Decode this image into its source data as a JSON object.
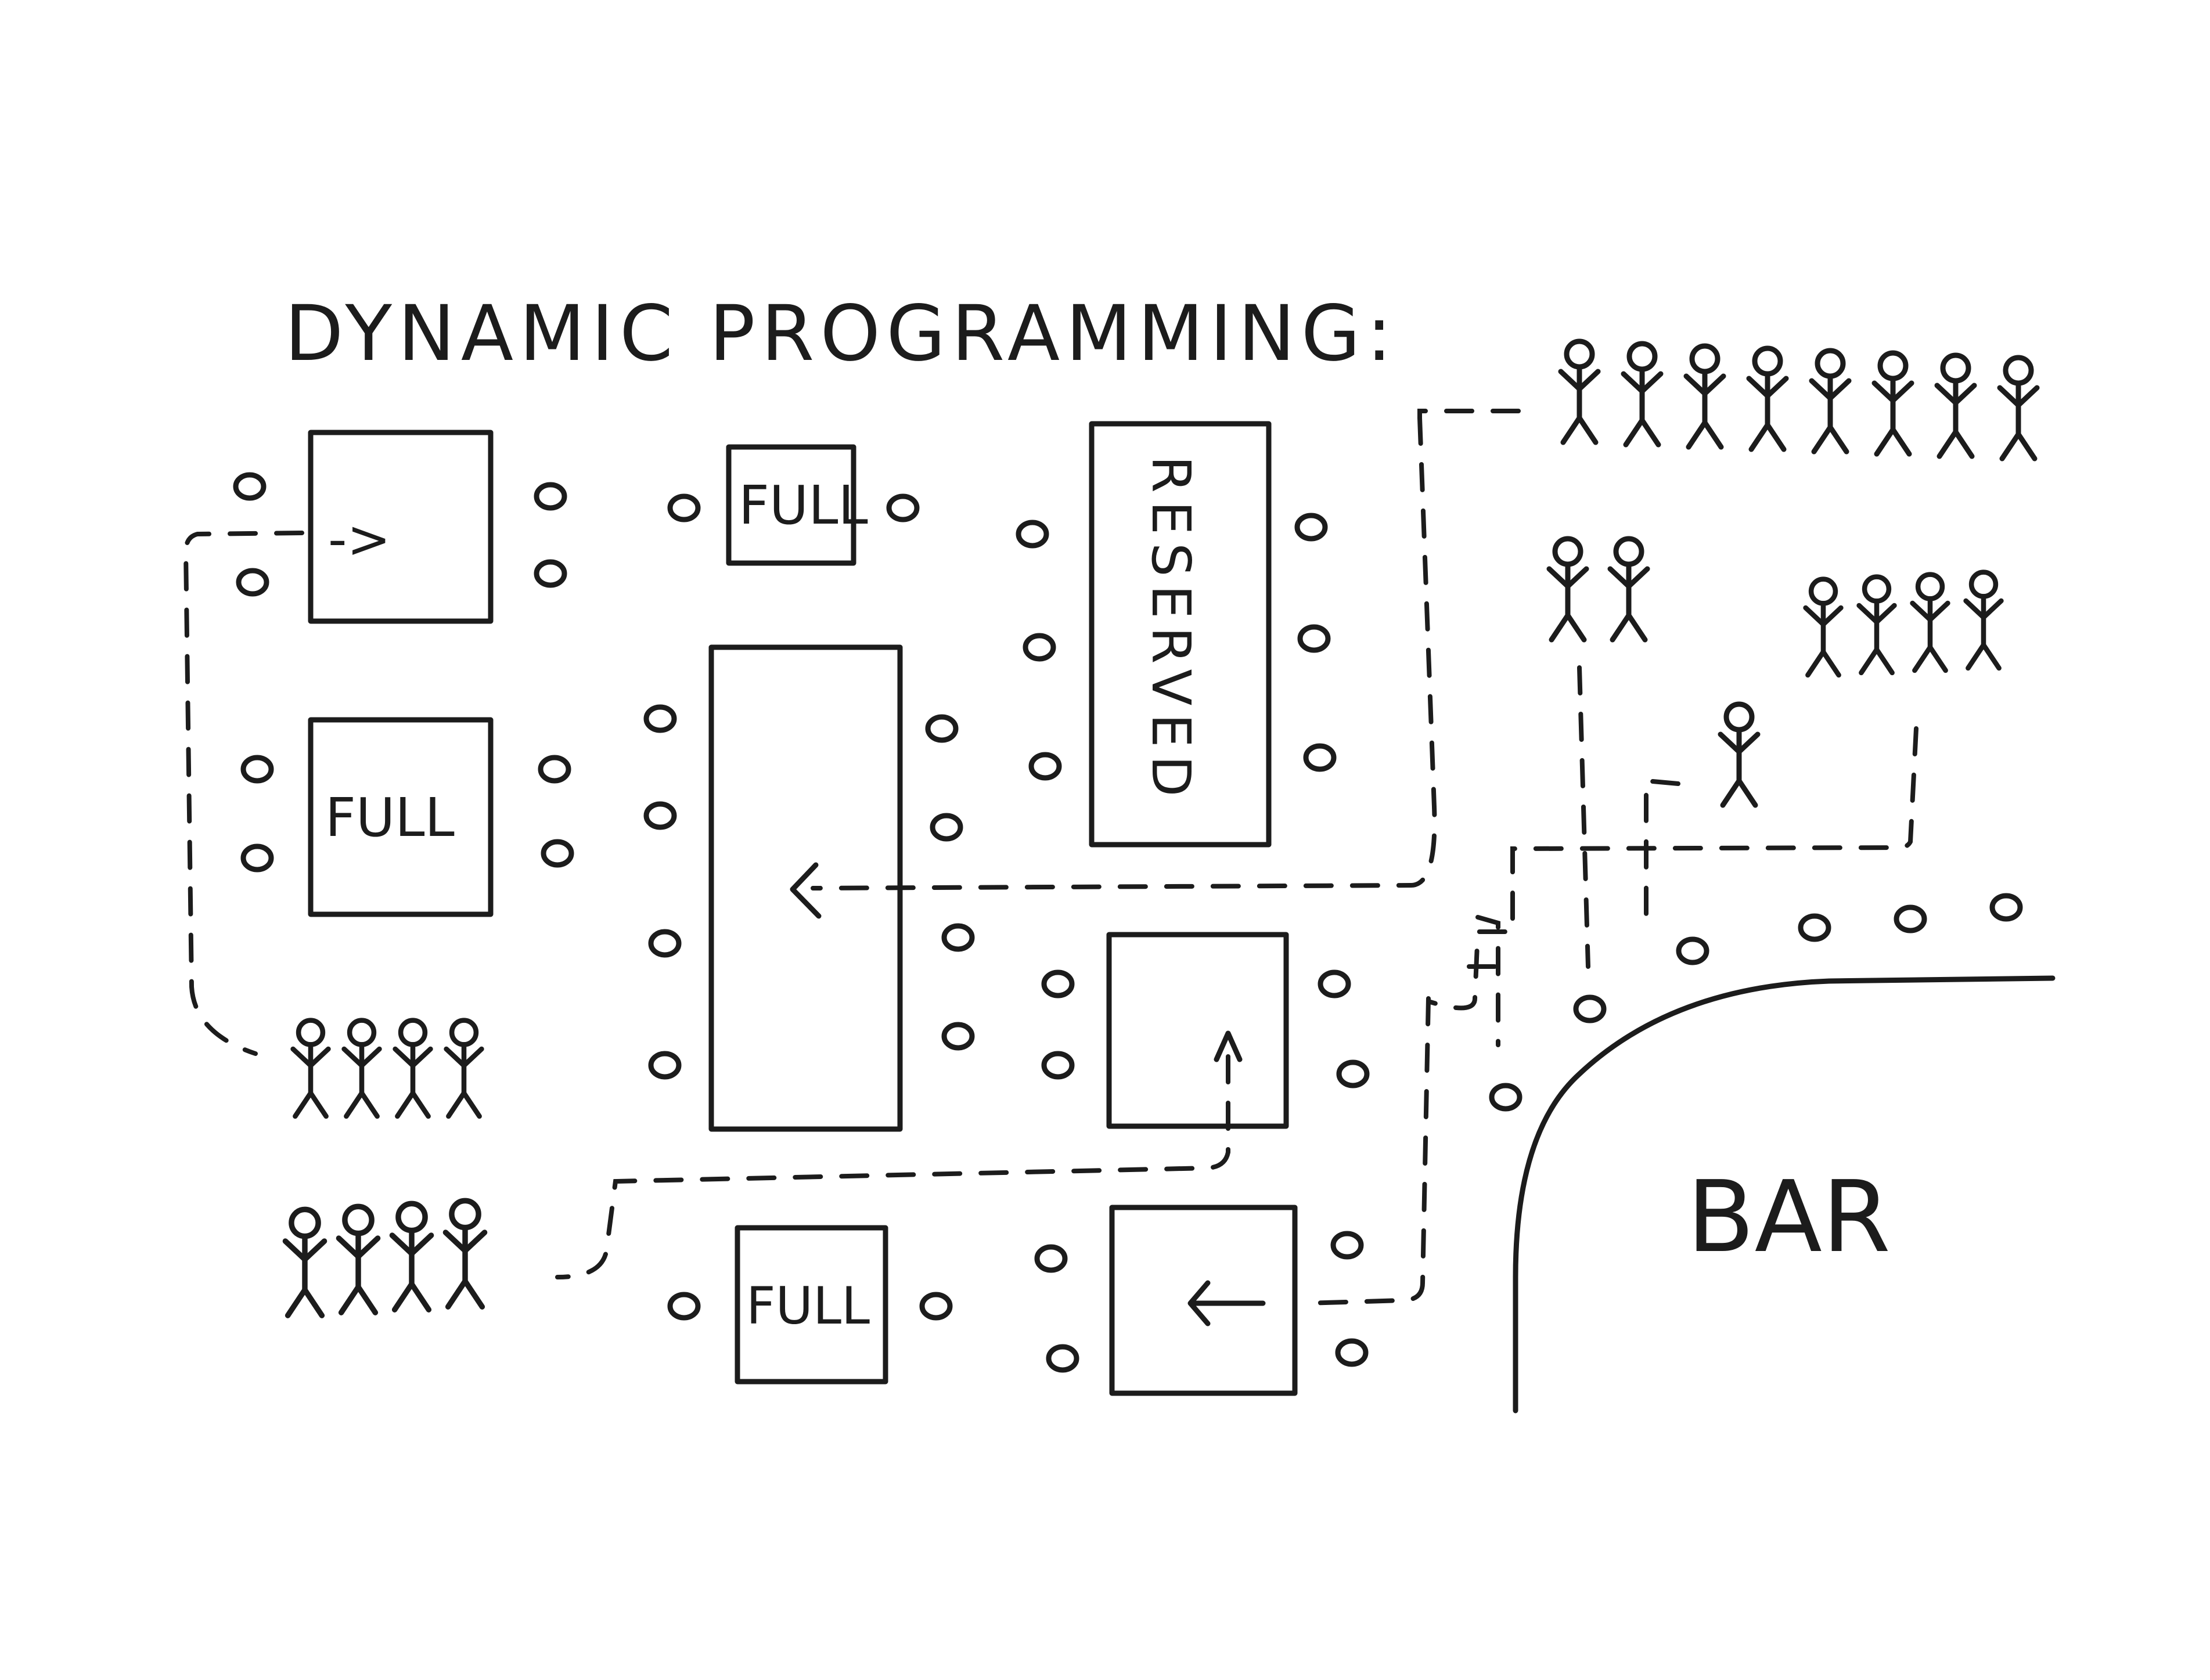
{
  "title": "DYNAMIC PROGRAMMING:",
  "bar_label": "BAR",
  "tables": {
    "top_left": {
      "label": "",
      "arrow": "->"
    },
    "top_middle": {
      "label": "FULL"
    },
    "reserved": {
      "label": "RESERVED"
    },
    "middle_left": {
      "label": "FULL"
    },
    "long_center": {
      "label": "",
      "arrow": "<-"
    },
    "right_square": {
      "label": "",
      "arrow": "↑"
    },
    "bottom_middle": {
      "label": "FULL"
    },
    "bottom_right": {
      "label": "",
      "arrow": "<-"
    }
  },
  "groups": {
    "top_right_line": {
      "count": 8
    },
    "pair_right": {
      "count": 2
    },
    "quad_right": {
      "count": 4
    },
    "single_right": {
      "count": 1
    },
    "left_middle": {
      "count": 4
    },
    "left_bottom": {
      "count": 4
    }
  },
  "colors": {
    "ink": "#1c1c1c",
    "paper": "#ffffff"
  }
}
